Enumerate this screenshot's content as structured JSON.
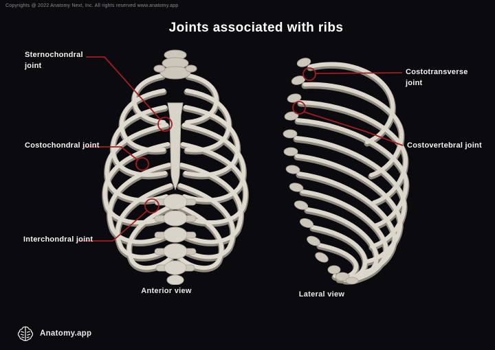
{
  "page": {
    "copyright": "Copyrights @ 2022 Anatomy Next, Inc. All rights reserved www.anatomy.app",
    "title": "Joints associated with ribs"
  },
  "labels": [
    {
      "id": "sternochondral",
      "text": "Sternochondral joint"
    },
    {
      "id": "costochondral",
      "text": "Costochondral joint"
    },
    {
      "id": "interchondral",
      "text": "Interchondral joint"
    },
    {
      "id": "costotransverse",
      "text": "Costotransverse joint"
    },
    {
      "id": "costovertebral",
      "text": "Costovertebral joint"
    }
  ],
  "figures": {
    "anterior": {
      "caption": "Anterior view"
    },
    "lateral": {
      "caption": "Lateral view"
    }
  },
  "branding": {
    "logo_text": "Anatomy.app",
    "logo_icon": "brain-icon"
  },
  "colors": {
    "background": "#0b0b0f",
    "accent_red": "#a21d22",
    "bone": "#dfdacf",
    "bone_shadow": "#a59e91",
    "text": "#f2f2f2",
    "muted_text": "#8e8e8e"
  }
}
